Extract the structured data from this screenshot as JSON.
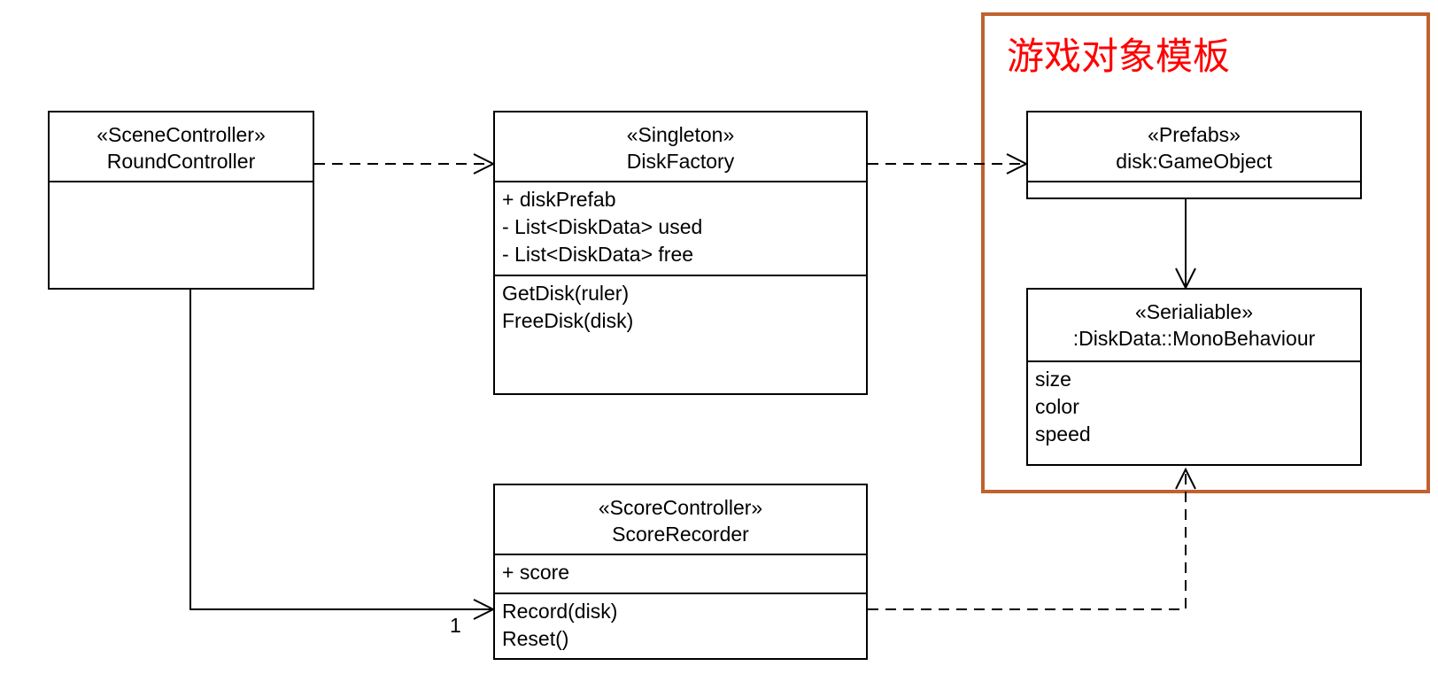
{
  "group": {
    "title": "游戏对象模板",
    "border_color": "#c0622f",
    "title_color": "#ff0000"
  },
  "classes": {
    "round_controller": {
      "stereotype": "«SceneController»",
      "name": "RoundController",
      "attributes": [],
      "operations": []
    },
    "disk_factory": {
      "stereotype": "«Singleton»",
      "name": "DiskFactory",
      "attributes": [
        "+ diskPrefab",
        "- List<DiskData> used",
        "- List<DiskData> free"
      ],
      "operations": [
        "GetDisk(ruler)",
        "FreeDisk(disk)"
      ]
    },
    "score_recorder": {
      "stereotype": "«ScoreController»",
      "name": "ScoreRecorder",
      "attributes": [
        "+ score"
      ],
      "operations": [
        "Record(disk)",
        "Reset()"
      ]
    },
    "disk_prefab": {
      "stereotype": "«Prefabs»",
      "name": "disk:GameObject",
      "attributes": []
    },
    "disk_data": {
      "stereotype": "«Serialiable»",
      "name": ":DiskData::MonoBehaviour",
      "attributes": [
        "size",
        "color",
        "speed"
      ]
    }
  },
  "associations": {
    "round_to_score_multiplicity": "1"
  }
}
